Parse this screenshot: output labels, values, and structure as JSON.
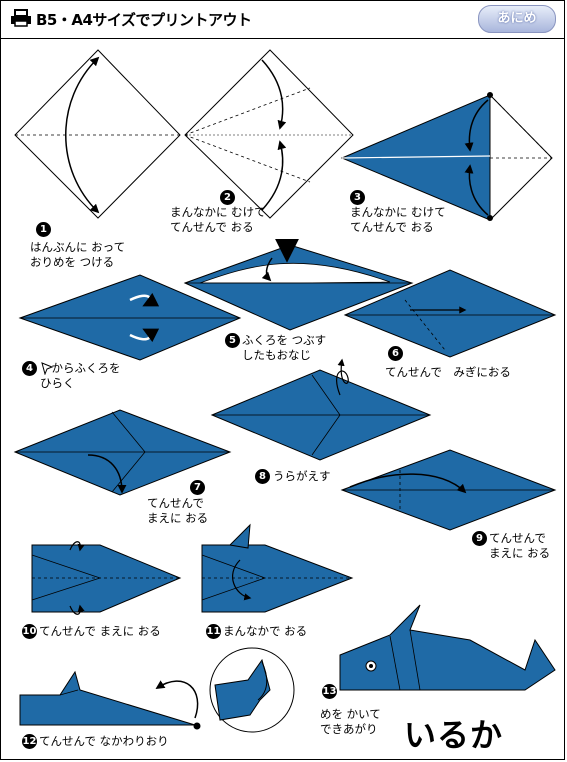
{
  "header": {
    "print_label": "B5・A4サイズでプリントアウト",
    "badge": "あにめ"
  },
  "steps": [
    {
      "num": "1",
      "text": "はんぶんに おって\nおりめを つける"
    },
    {
      "num": "2",
      "text": "まんなかに むけて\nてんせんで おる"
    },
    {
      "num": "3",
      "text": "まんなかに むけて\nてんせんで おる"
    },
    {
      "num": "4",
      "text": "　からふくろを\nひらく"
    },
    {
      "num": "5",
      "text": "ふくろを つぶす\nしたもおなじ"
    },
    {
      "num": "6",
      "text": "てんせんで　みぎにおる"
    },
    {
      "num": "7",
      "text": "てんせんで\nまえに おる"
    },
    {
      "num": "8",
      "text": "うらがえす"
    },
    {
      "num": "9",
      "text": "てんせんで\nまえに おる"
    },
    {
      "num": "10",
      "text": "てんせんで まえに おる"
    },
    {
      "num": "11",
      "text": "まんなかで おる"
    },
    {
      "num": "12",
      "text": "てんせんで なかわりおり"
    },
    {
      "num": "13",
      "text": "めを かいて\nできあがり"
    }
  ],
  "final_title": "いるか",
  "colors": {
    "paper": "#1f6aa6",
    "paper_dark": "#175582",
    "line": "#000000"
  }
}
